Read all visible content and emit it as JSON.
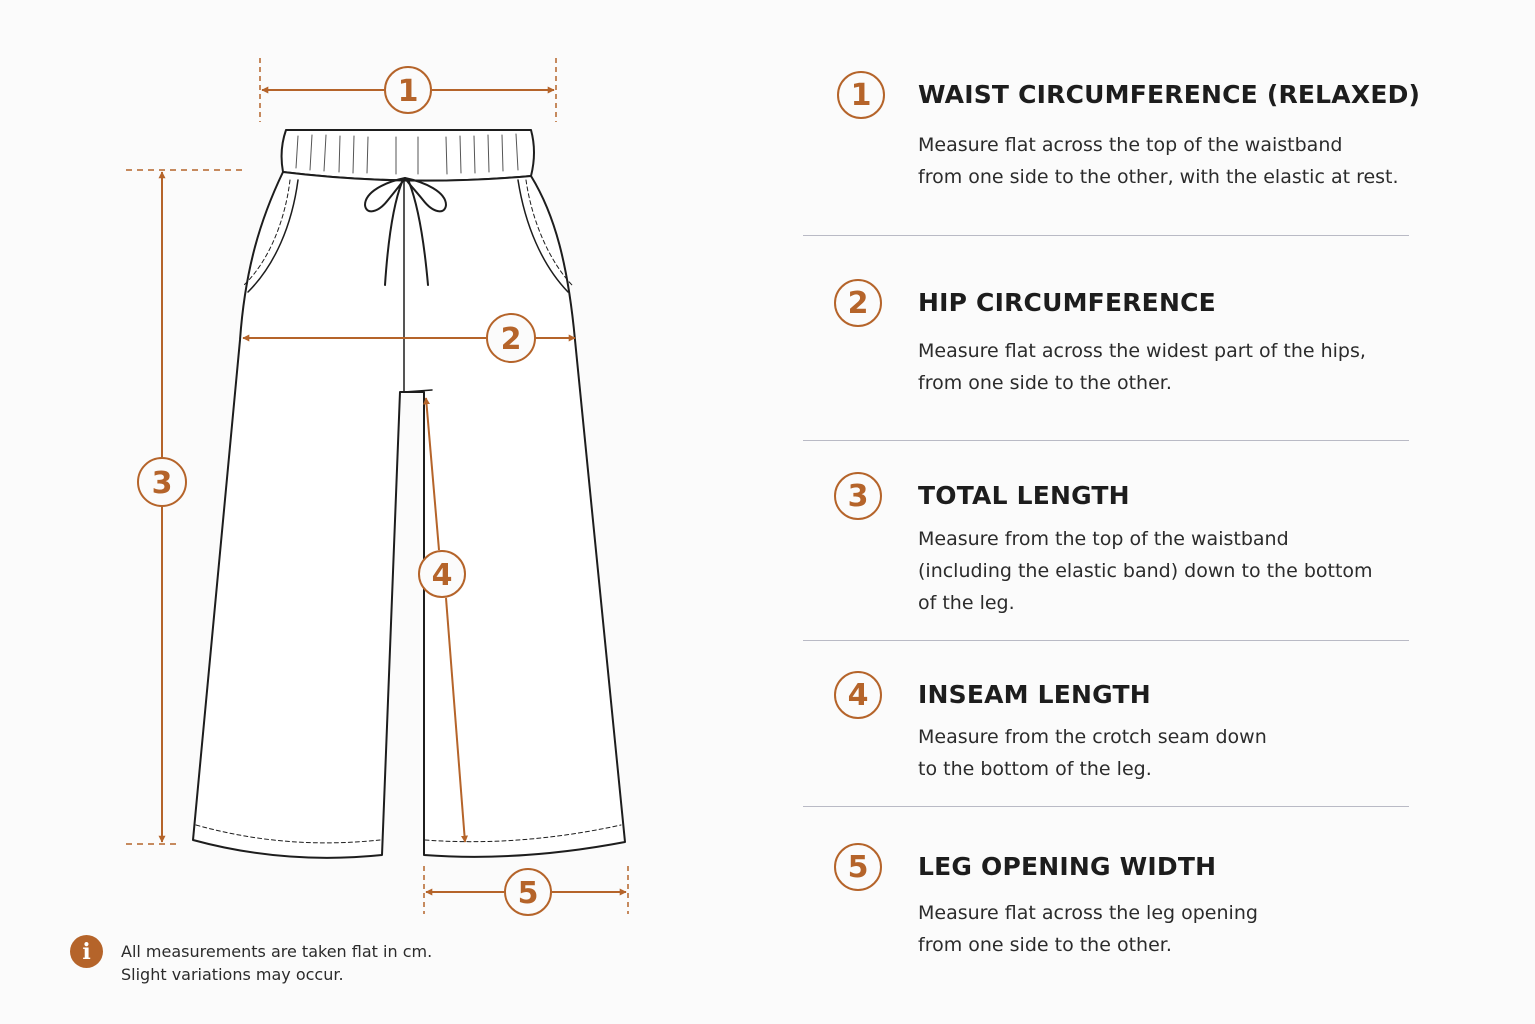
{
  "markers": [
    "1",
    "2",
    "3",
    "4",
    "5"
  ],
  "items": [
    {
      "number": "1",
      "title": "WAIST CIRCUMFERENCE (RELAXED)",
      "description": "Measure flat across the top of the waistband\nfrom one side to the other, with the elastic at rest."
    },
    {
      "number": "2",
      "title": "HIP CIRCUMFERENCE",
      "description": "Measure flat across the widest part of the hips,\nfrom one side to the other."
    },
    {
      "number": "3",
      "title": "TOTAL LENGTH",
      "description": "Measure from the top of the waistband\n(including the elastic band) down to the bottom\nof the leg."
    },
    {
      "number": "4",
      "title": "INSEAM LENGTH",
      "description": "Measure from the crotch seam down\nto the bottom of the leg."
    },
    {
      "number": "5",
      "title": "LEG OPENING WIDTH",
      "description": "Measure flat across the leg opening\nfrom one side to the other."
    }
  ],
  "note": {
    "icon": "info-icon",
    "text": "All measurements are taken flat in cm.\nSlight variations may occur."
  },
  "colors": {
    "accent": "#b5642a",
    "line": "#1d1d1d",
    "divider": "#b9bac5",
    "background": "#fbfbfb"
  }
}
